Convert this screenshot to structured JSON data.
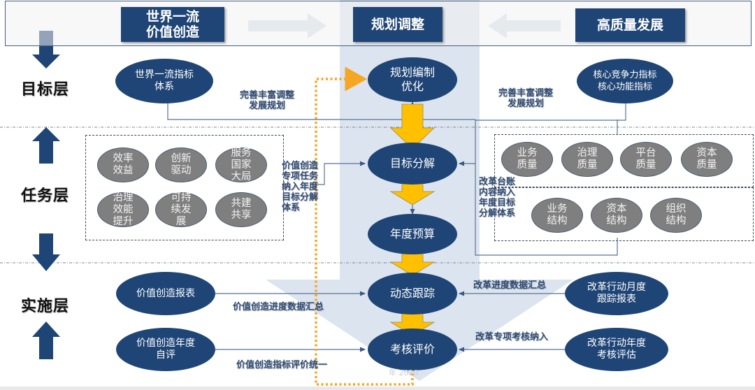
{
  "header": {
    "left_box": "世界一流\n价值创造",
    "center_box": "规划调整",
    "right_box": "高质量发展"
  },
  "layers": [
    {
      "label": "目标层"
    },
    {
      "label": "任务层"
    },
    {
      "label": "实施层"
    }
  ],
  "center_flow": [
    {
      "label": "规划编制\n优化"
    },
    {
      "label": "目标分解"
    },
    {
      "label": "年度预算"
    },
    {
      "label": "动态跟踪"
    },
    {
      "label": "考核评价"
    }
  ],
  "goal_layer": {
    "left_ellipse": "世界一流指标\n体系",
    "right_ellipse": "核心竞争力指标\n核心功能指标",
    "left_note": "完善丰富调整\n发展规划",
    "right_note": "完善丰富调整\n发展规划"
  },
  "task_layer": {
    "left_items": [
      "效率\n效益",
      "创新\n驱动",
      "服务\n国家\n大局",
      "治理\n效能\n提升",
      "可持\n续发\n展",
      "共建\n共享"
    ],
    "left_note": "价值创造\n专项任务\n纳入年度\n目标分解\n体系",
    "right_quality_items": [
      "业务\n质量",
      "治理\n质量",
      "平台\n质量",
      "资本\n质量"
    ],
    "right_structure_items": [
      "业务\n结构",
      "资本\n结构",
      "组织\n结构"
    ],
    "right_note": "改革台账\n内容纳入\n年度目标\n分解体系"
  },
  "impl_layer": {
    "left_top_ellipse": "价值创造报表",
    "left_bottom_ellipse": "价值创造年度\n自评",
    "right_top_ellipse": "改革行动月度\n跟踪报表",
    "right_bottom_ellipse": "改革行动年度\n考核评估",
    "left_top_note": "价值创造进度数据汇总",
    "left_bottom_note": "价值创造指标评价统一",
    "right_top_note": "改革进度数据汇总",
    "right_bottom_note": "改革专项考核纳入",
    "faint_text": "年 2020"
  },
  "colors": {
    "navy": "#1f4576",
    "gray_ellipse": "#7f7f7f",
    "yellow_arrow": "#ffc000",
    "orange_dotted": "#f5a623",
    "light_blue_band": "#dce4f0"
  }
}
